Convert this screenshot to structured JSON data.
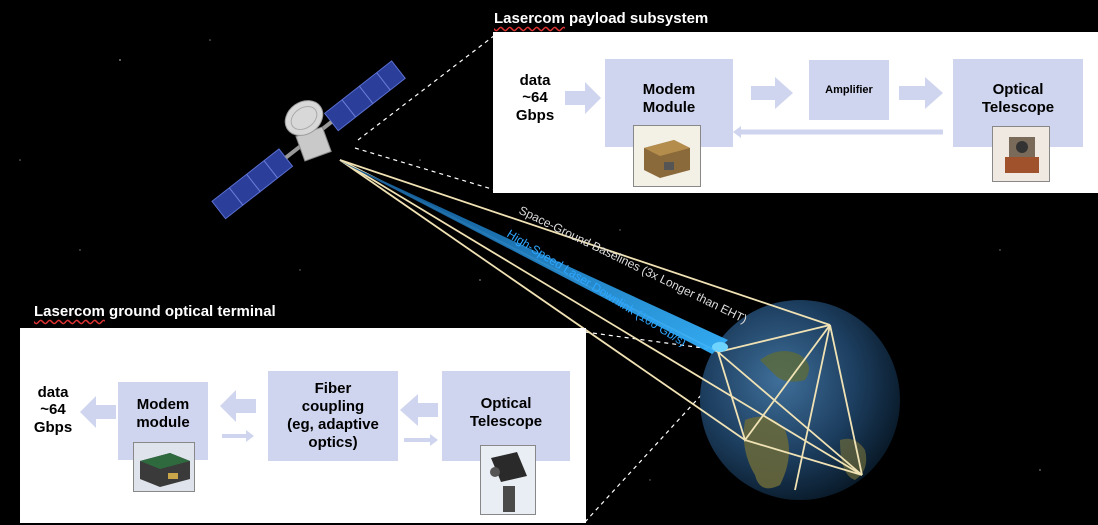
{
  "payload": {
    "title_underlined": "Lasercom",
    "title_rest": " payload subsystem",
    "input_label": "data\n~64\nGbps",
    "modem_label": "Modem\nModule",
    "amplifier_label": "Amplifier",
    "telescope_label": "Optical\nTelescope"
  },
  "ground": {
    "title_underlined": "Lasercom",
    "title_rest": " ground optical terminal",
    "output_label": "data\n~64\nGbps",
    "modem_label": "Modem\nmodule",
    "fiber_label": "Fiber\ncoupling\n(eg, adaptive\noptics)",
    "telescope_label": "Optical\nTelescope"
  },
  "beams": {
    "baseline_label": "Space-Ground Baselines (3x Longer than EHT)",
    "downlink_label": "High-Speed Laser Downlink (100 Gb/s)"
  },
  "colors": {
    "box_fill": "#cfd5ee",
    "arrow_fill": "#cfd5ee",
    "downlink_beam": "#1e8fe0",
    "panel_border": "#ffffff"
  },
  "icons": [
    "satellite-icon",
    "earth-globe-icon",
    "modem-module-photo",
    "optical-telescope-photo"
  ]
}
